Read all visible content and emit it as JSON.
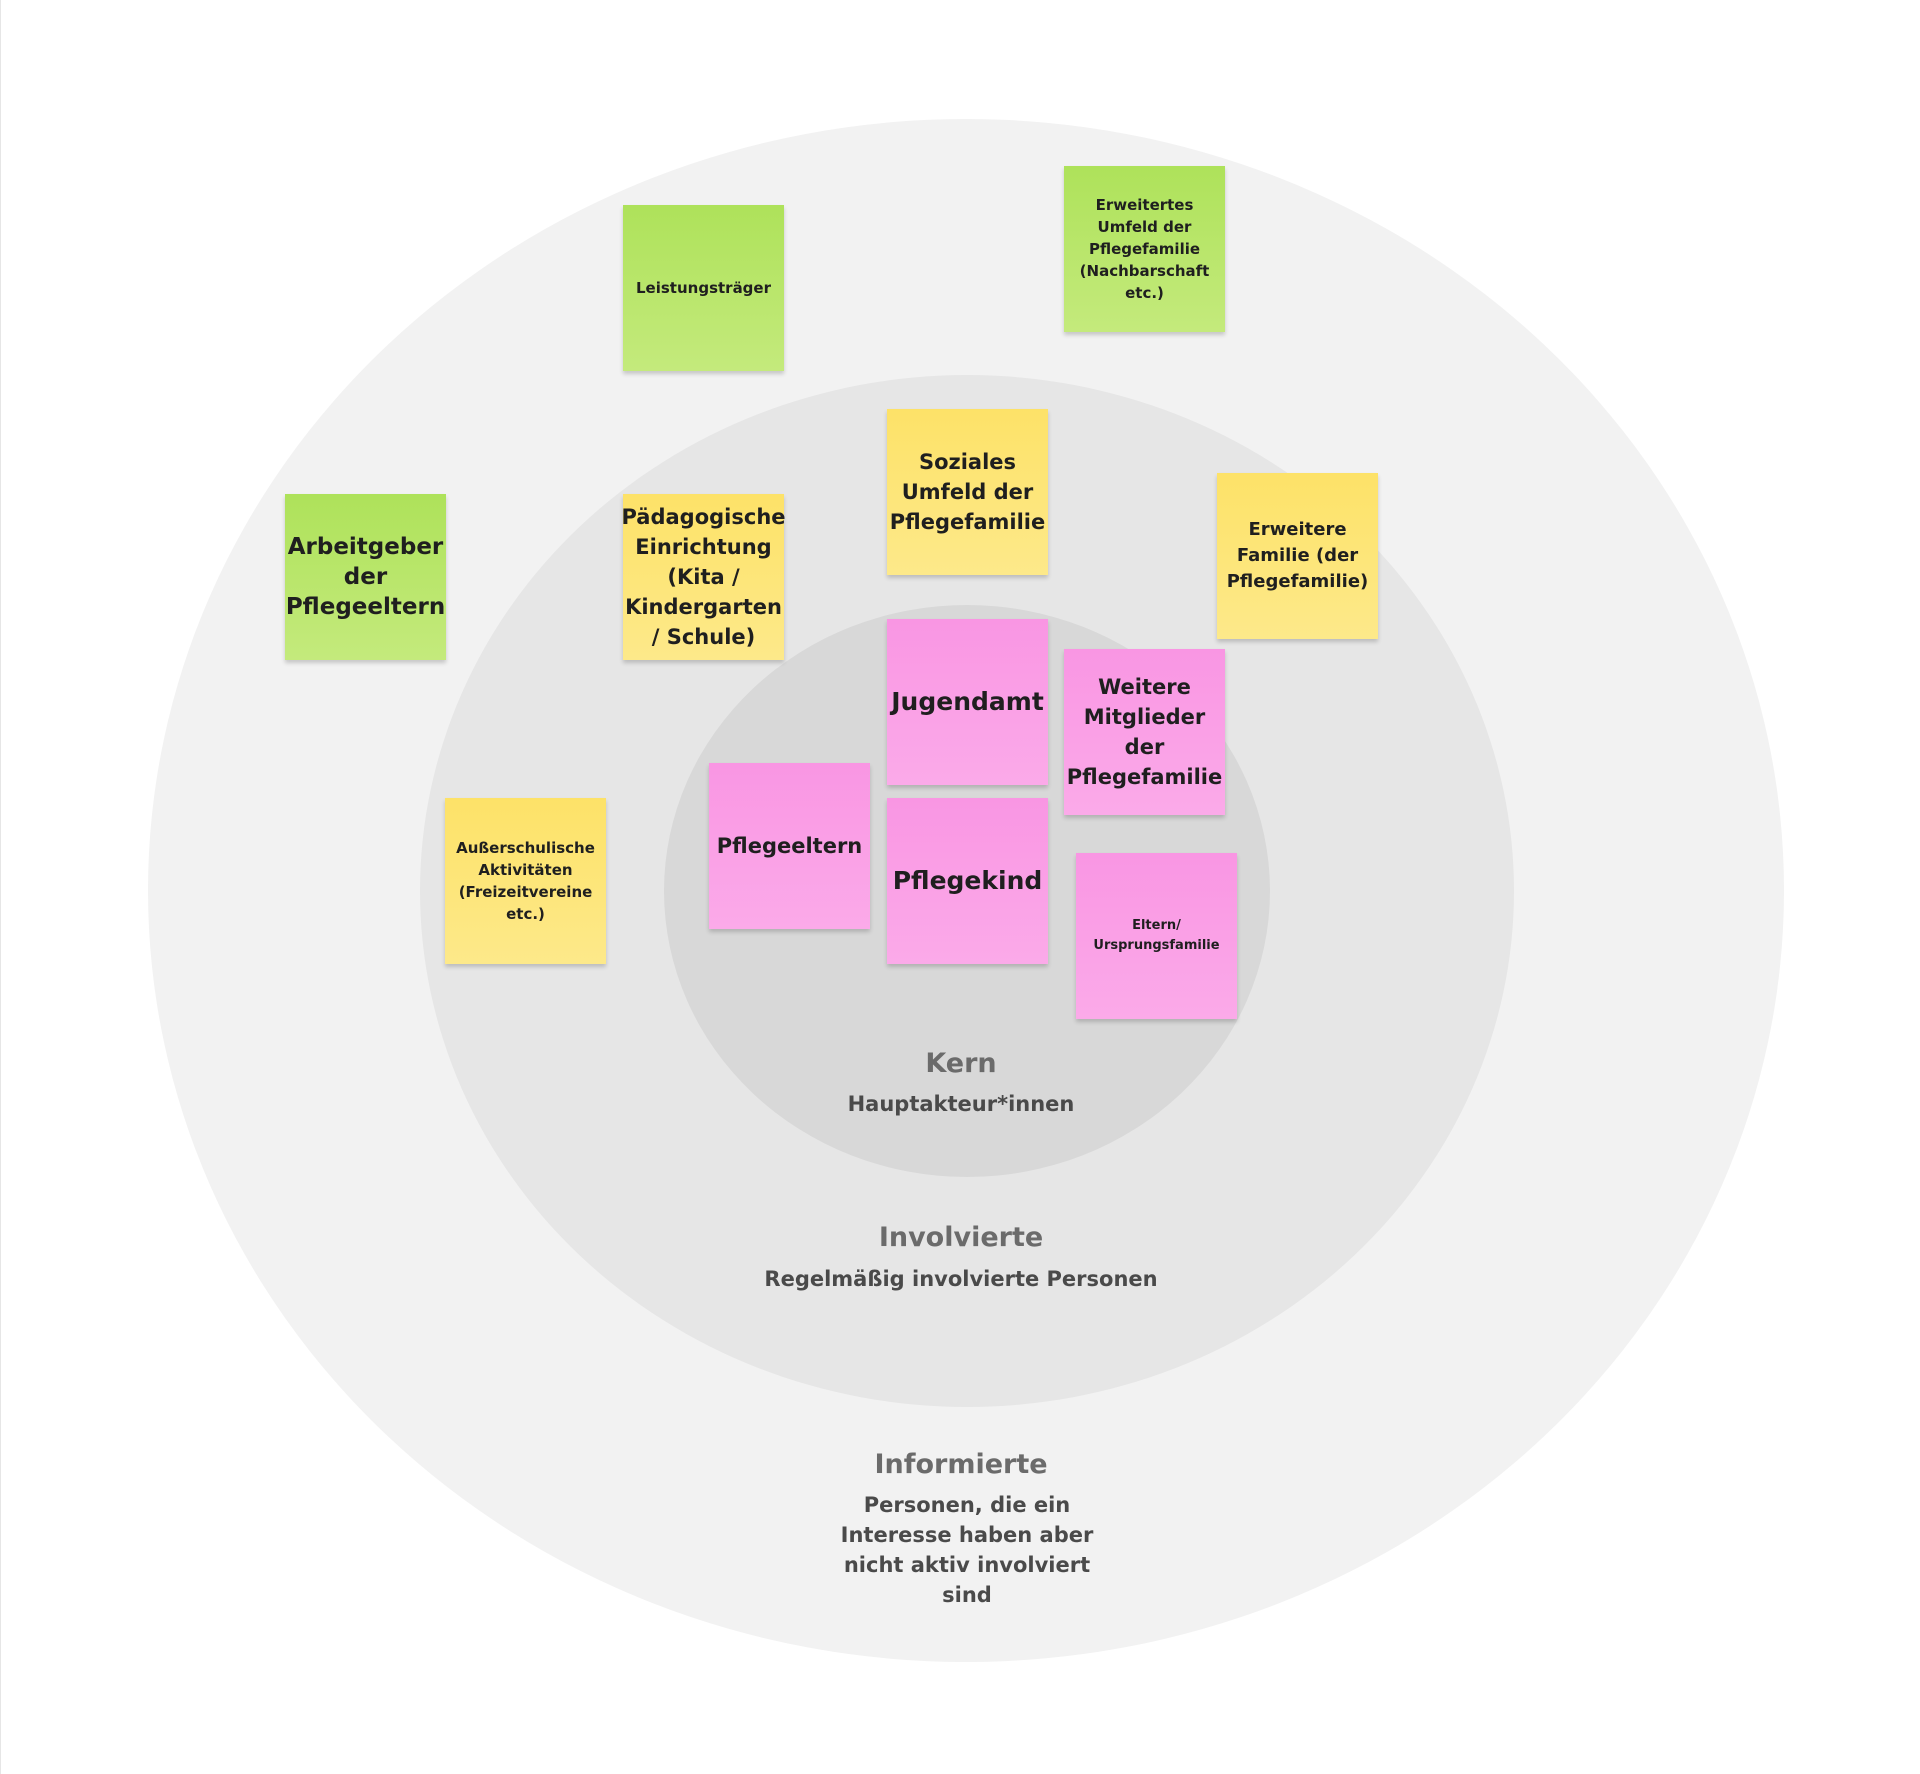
{
  "zones": {
    "kern": {
      "title": "Kern",
      "subtitle": "Hauptakteur*innen"
    },
    "involvierte": {
      "title": "Involvierte",
      "subtitle": "Regelmäßig involvierte Personen"
    },
    "informierte": {
      "title": "Informierte",
      "subtitle": "Personen, die ein Interesse haben aber nicht aktiv involviert sind"
    }
  },
  "colors": {
    "outer_ring": "#f2f2f2",
    "middle_ring": "#e6e6e6",
    "inner_ring": "#d8d8d8",
    "green_note": "#b7e66b",
    "yellow_note": "#fde577",
    "pink_note": "#fa9fe6"
  },
  "notes": {
    "leistungstraeger": "Leistungsträger",
    "erweitertes_umfeld": "Erweitertes Umfeld der Pflegefamilie (Nachbarschaft etc.)",
    "arbeitgeber": "Arbeitgeber der Pflegeeltern",
    "soziales_umfeld": "Soziales Umfeld der Pflegefamilie",
    "paedagogische_einrichtung": "Pädagogische Einrichtung (Kita / Kindergarten / Schule)",
    "erweiterte_familie": "Erweitere Familie (der Pflegefamilie)",
    "ausserschulische": "Außerschulische Aktivitäten (Freizeitvereine etc.)",
    "jugendamt": "Jugendamt",
    "weitere_mitglieder": "Weitere Mitglieder der Pflegefamilie",
    "pflegeeltern": "Pflegeeltern",
    "pflegekind": "Pflegekind",
    "eltern": "Eltern/ Ursprungsfamilie"
  }
}
